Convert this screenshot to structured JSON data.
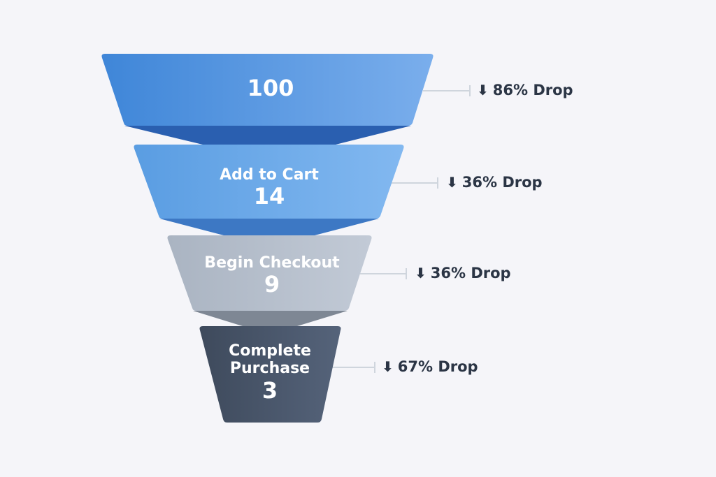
{
  "chart_data": {
    "type": "funnel",
    "title": "",
    "stages": [
      {
        "label": "",
        "value": 100,
        "drop_to_next": "86% Drop"
      },
      {
        "label": "Add to Cart",
        "value": 14,
        "drop_to_next": "36% Drop"
      },
      {
        "label": "Begin Checkout",
        "value": 9,
        "drop_to_next": "36% Drop"
      },
      {
        "label": "Complete Purchase",
        "value": 3,
        "drop_to_next": "67% Drop"
      }
    ],
    "colors": [
      "#4a8ddb",
      "#6aa8e8",
      "#b5bfcc",
      "#4a586c"
    ]
  },
  "stages": [
    {
      "label": "",
      "value": "100"
    },
    {
      "label": "Add to Cart",
      "value": "14"
    },
    {
      "label": "Begin Checkout",
      "value": "9"
    },
    {
      "label_line1": "Complete",
      "label_line2": "Purchase",
      "value": "3"
    }
  ],
  "drops": [
    {
      "arrow": "⬇",
      "text": "86% Drop"
    },
    {
      "arrow": "⬇",
      "text": "36% Drop"
    },
    {
      "arrow": "⬇",
      "text": "36% Drop"
    },
    {
      "arrow": "⬇",
      "text": "67% Drop"
    }
  ]
}
